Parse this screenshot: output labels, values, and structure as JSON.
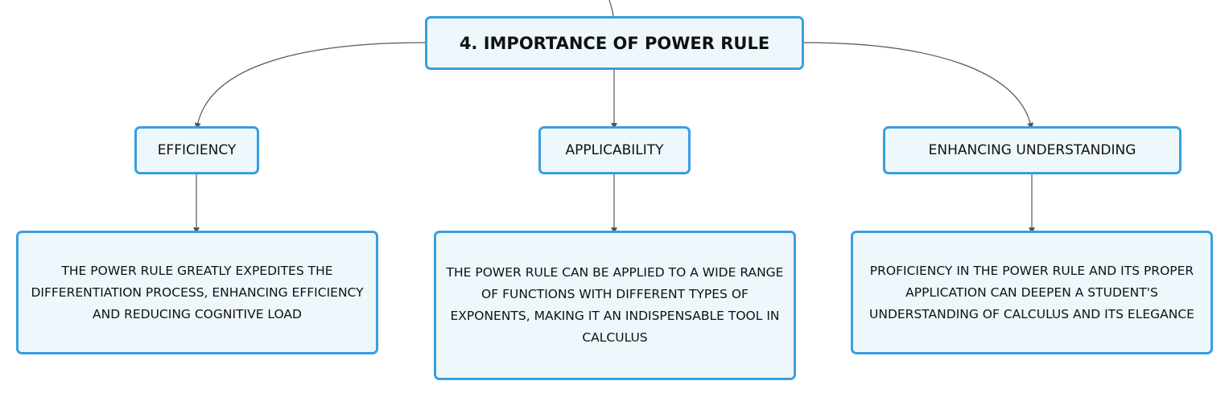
{
  "root": {
    "title": "4. IMPORTANCE OF POWER RULE"
  },
  "branches": [
    {
      "topic": "EFFICIENCY",
      "detail": "THE POWER RULE GREATLY EXPEDITES THE DIFFERENTIATION PROCESS, ENHANCING EFFICIENCY AND REDUCING COGNITIVE LOAD"
    },
    {
      "topic": "APPLICABILITY",
      "detail": "THE POWER RULE CAN BE APPLIED TO A WIDE RANGE OF FUNCTIONS WITH DIFFERENT TYPES OF EXPONENTS, MAKING IT AN INDISPENSABLE TOOL IN CALCULUS"
    },
    {
      "topic": "ENHANCING UNDERSTANDING",
      "detail": "PROFICIENCY IN THE POWER RULE AND ITS PROPER APPLICATION CAN DEEPEN A STUDENT'S UNDERSTANDING OF CALCULUS AND ITS ELEGANCE"
    }
  ],
  "colors": {
    "node_border": "#3a9ee0",
    "node_fill": "#eef7fc",
    "connector": "#555555",
    "text": "#111111"
  }
}
